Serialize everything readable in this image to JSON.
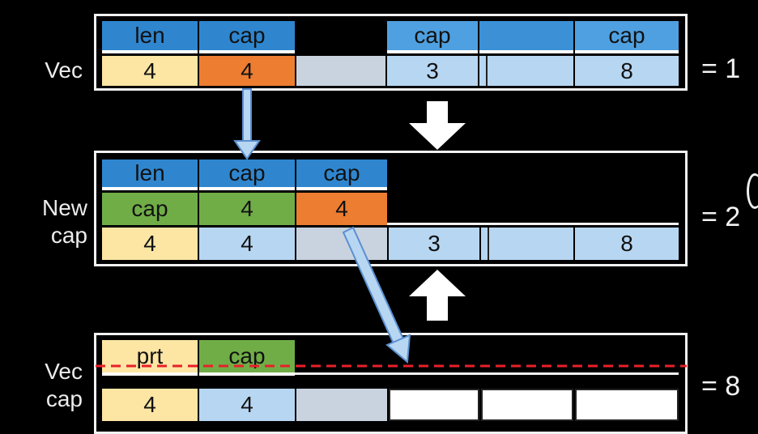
{
  "row1": {
    "label": "Vec",
    "headers": [
      "len",
      "cap",
      "cap",
      "cap"
    ],
    "values": [
      "4",
      "4",
      "3",
      "8"
    ],
    "result": "= 1"
  },
  "row2": {
    "label_line1": "New",
    "label_line2": "cap",
    "headers": [
      "len",
      "cap",
      "cap"
    ],
    "mid": [
      "cap",
      "4",
      "4"
    ],
    "values": [
      "4",
      "4",
      "3",
      "8"
    ],
    "result": "= 2"
  },
  "row3": {
    "label_line1": "Vec",
    "label_line2": "cap",
    "headers": [
      "prt",
      "cap"
    ],
    "values": [
      "4",
      "4"
    ],
    "result": "= 8"
  },
  "colors": {
    "header_blue": "#2f86cf",
    "yellow": "#fde5a3",
    "orange": "#ed7d31",
    "green": "#70ad47",
    "light_blue": "#b7d6f2",
    "grey": "#c9d3df",
    "arrow_fill": "#b7d6f2",
    "dashed_line": "#e8202a"
  }
}
